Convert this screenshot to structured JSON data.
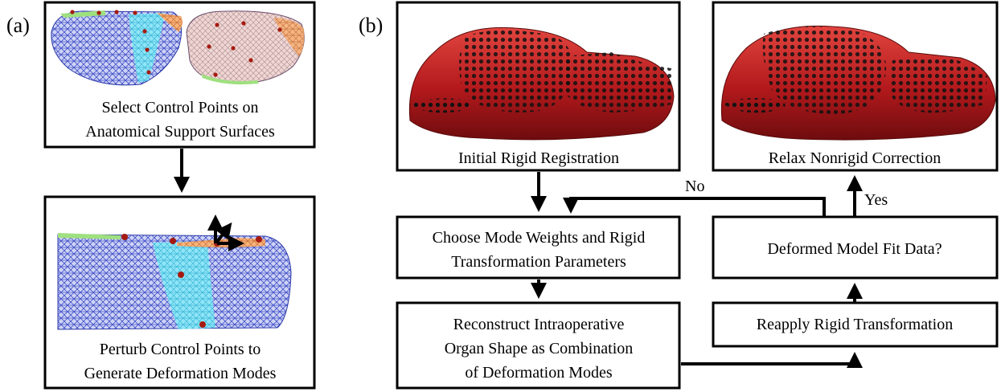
{
  "panel_a": {
    "label": "(a)",
    "box1": {
      "lines": [
        "Select Control Points on",
        "Anatomical Support Surfaces"
      ]
    },
    "box2": {
      "lines": [
        "Perturb Control Points to",
        "Generate Deformation Modes"
      ]
    }
  },
  "panel_b": {
    "label": "(b)",
    "initial": {
      "lines": [
        "Initial Rigid Registration"
      ]
    },
    "relax": {
      "lines": [
        "Relax Nonrigid Correction"
      ]
    },
    "choose": {
      "lines": [
        "Choose Mode Weights and Rigid",
        "Transformation Parameters"
      ]
    },
    "reconstruct": {
      "lines": [
        "Reconstruct Intraoperative",
        "Organ Shape as Combination",
        "of Deformation Modes"
      ]
    },
    "reapply": {
      "lines": [
        "Reapply Rigid Transformation"
      ]
    },
    "fit": {
      "lines": [
        "Deformed Model Fit Data?"
      ]
    },
    "no_label": "No",
    "yes_label": "Yes"
  },
  "colors": {
    "mesh_blue": "#3f4fc8",
    "mesh_cyan": "#7fe0f5",
    "mesh_orange": "#f2a060",
    "mesh_green": "#9fe07f",
    "mesh_pink": "#e8c8c8",
    "organ_red": "#b3191c",
    "control_point": "#a51a10"
  }
}
